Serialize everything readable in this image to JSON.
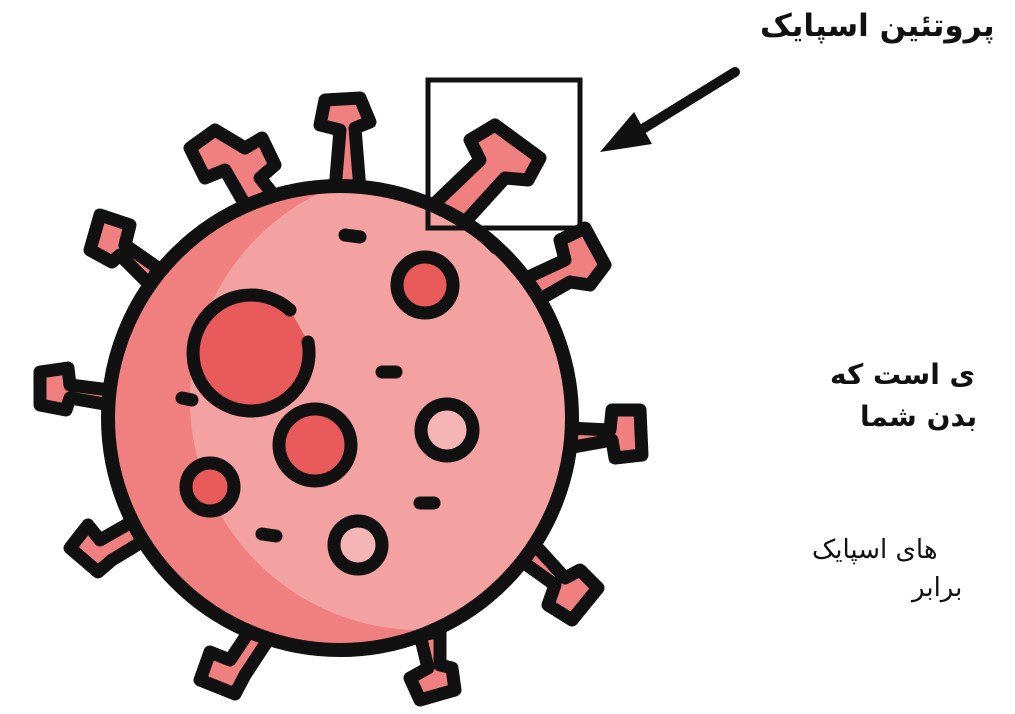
{
  "labels": {
    "spike_protein": "پروتئین اسپایک",
    "bold_line_1": "ی است که",
    "bold_line_2": "بدن شما",
    "plain_line_1": "های اسپایک",
    "plain_line_2": "برابر"
  },
  "colors": {
    "outline": "#111111",
    "body_dark": "#f08080",
    "body_light": "#f4a1a1",
    "spot_red": "#e95a5a",
    "spot_pink": "#f6b5b5"
  },
  "icons": {
    "virus": "coronavirus-illustration",
    "arrow": "arrow-pointer",
    "highlight": "spike-highlight-box"
  }
}
